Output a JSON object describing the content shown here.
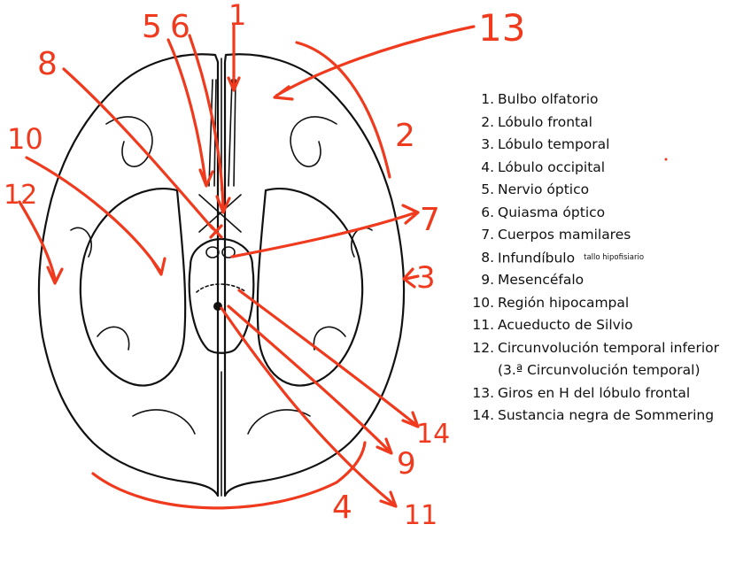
{
  "labels": [
    {
      "num": "1.",
      "text": "Bulbo olfatorio"
    },
    {
      "num": "2.",
      "text": "Lóbulo frontal"
    },
    {
      "num": "3.",
      "text": "Lóbulo temporal"
    },
    {
      "num": "4.",
      "text": "Lóbulo occipital"
    },
    {
      "num": "5.",
      "text": "Nervio óptico"
    },
    {
      "num": "6.",
      "text": "Quiasma óptico"
    },
    {
      "num": "7.",
      "text": "Cuerpos mamilares"
    },
    {
      "num": "8.",
      "text": "Infundíbulo",
      "note": "tallo hipofisiario"
    },
    {
      "num": "9.",
      "text": "Mesencéfalo"
    },
    {
      "num": "10.",
      "text": "Región hipocampal"
    },
    {
      "num": "11.",
      "text": "Acueducto de Silvio"
    },
    {
      "num": "12.",
      "text": "Circunvolución temporal inferior (3.ª Circunvolución temporal)"
    },
    {
      "num": "13.",
      "text": "Giros en H del lóbulo frontal"
    },
    {
      "num": "14.",
      "text": "Sustancia negra de Sommering"
    }
  ],
  "handwritten": {
    "n1": "1",
    "n2": "2",
    "n3": "3",
    "n4": "4",
    "n5": "5",
    "n6": "6",
    "n7": "7",
    "n8": "8",
    "n9": "9",
    "n10": "10",
    "n11": "11",
    "n12": "12",
    "n13": "13",
    "n14": "14"
  },
  "colors": {
    "annotation": "#f03a1e",
    "ink": "#111111"
  }
}
